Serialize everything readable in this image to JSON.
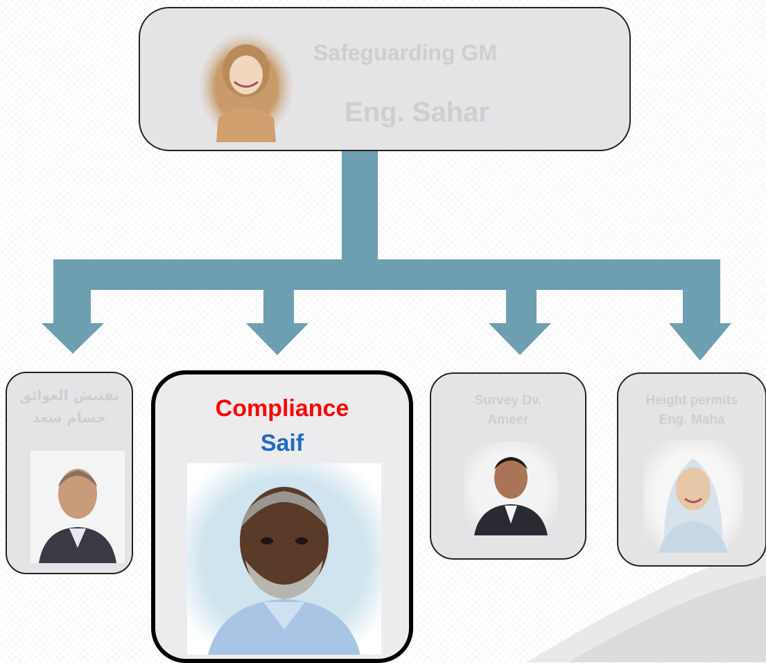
{
  "org_chart": {
    "root": {
      "role": "Safeguarding GM",
      "name": "Eng. Sahar"
    },
    "children": [
      {
        "role": "تفتيش العوائق",
        "name": "حسام سعد"
      },
      {
        "role": "Compliance",
        "name": "Saif"
      },
      {
        "role": "Survey Dv.",
        "name": "Ameer"
      },
      {
        "role": "Height permits",
        "name": "Eng. Maha"
      }
    ]
  },
  "colors": {
    "connector": "#6e9fb0",
    "compliance_title": "#ff0000",
    "compliance_name": "#1f6cc0",
    "faded_text": "#cfcfd2",
    "box_fill": "#e4e4e6"
  },
  "icons": {
    "photo": "person-photo"
  }
}
